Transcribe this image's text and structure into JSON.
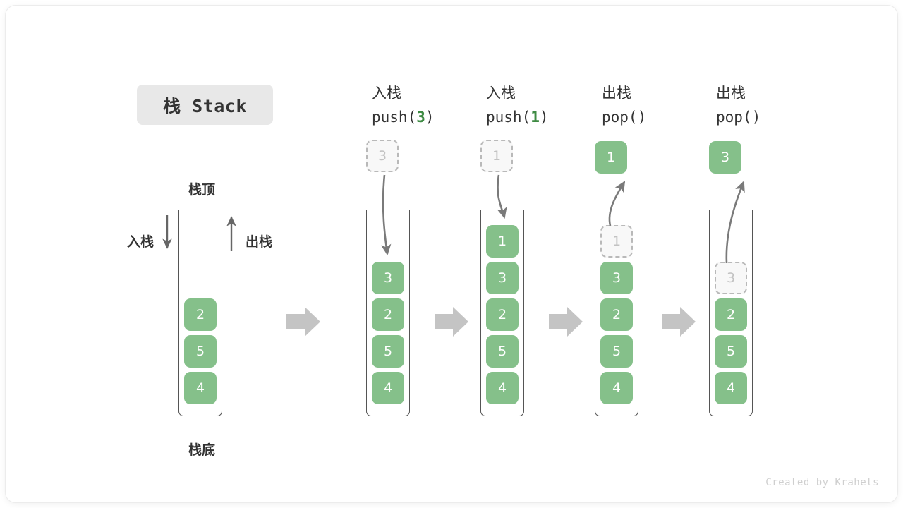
{
  "title": "栈 Stack",
  "labels": {
    "top": "栈顶",
    "bottom": "栈底",
    "push_side": "入栈",
    "pop_side": "出栈"
  },
  "footer": "Created by Krahets",
  "colors": {
    "cell_green": "#85c08a",
    "code_green": "#3e8b43",
    "ghost_border": "#b9b9b9",
    "ghost_fill": "#f8f8f8",
    "ghost_text": "#c2c2c2",
    "arrow_gray": "#7a7a7a",
    "block_arrow_gray": "#c4c4c4",
    "wall": "#555555",
    "title_bg": "#e8e8e8",
    "text": "#333333"
  },
  "columns": [
    {
      "id": "initial",
      "op_cn": "",
      "op_code": "",
      "op_arg": "",
      "cells": [
        "2",
        "5",
        "4"
      ],
      "ghost_index": -1,
      "floating": null
    },
    {
      "id": "push-3",
      "op_cn": "入栈",
      "op_code_prefix": "push(",
      "op_arg": "3",
      "op_code_suffix": ")",
      "cells": [
        "3",
        "2",
        "5",
        "4"
      ],
      "ghost_index": -1,
      "floating": {
        "value": "3",
        "style": "ghost"
      }
    },
    {
      "id": "push-1",
      "op_cn": "入栈",
      "op_code_prefix": "push(",
      "op_arg": "1",
      "op_code_suffix": ")",
      "cells": [
        "1",
        "3",
        "2",
        "5",
        "4"
      ],
      "ghost_index": -1,
      "floating": {
        "value": "1",
        "style": "ghost"
      }
    },
    {
      "id": "pop-1",
      "op_cn": "出栈",
      "op_code_prefix": "pop(",
      "op_arg": "",
      "op_code_suffix": ")",
      "cells": [
        "1",
        "3",
        "2",
        "5",
        "4"
      ],
      "ghost_index": 0,
      "floating": {
        "value": "1",
        "style": "solid"
      }
    },
    {
      "id": "pop-3",
      "op_cn": "出栈",
      "op_code_prefix": "pop(",
      "op_arg": "",
      "op_code_suffix": ")",
      "cells": [
        "3",
        "2",
        "5",
        "4"
      ],
      "ghost_index": 0,
      "floating": {
        "value": "3",
        "style": "solid"
      }
    }
  ]
}
